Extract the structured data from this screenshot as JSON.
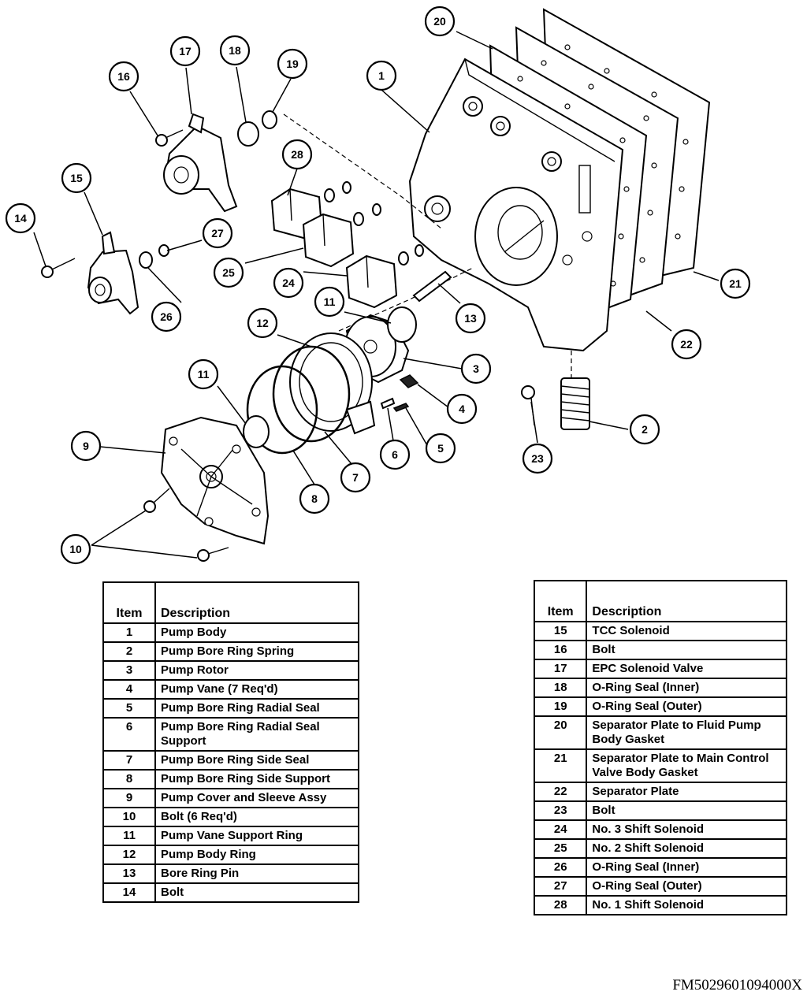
{
  "callouts": [
    "1",
    "2",
    "3",
    "4",
    "5",
    "6",
    "7",
    "8",
    "9",
    "10",
    "11",
    "11",
    "12",
    "13",
    "14",
    "15",
    "16",
    "17",
    "18",
    "19",
    "20",
    "21",
    "22",
    "23",
    "24",
    "25",
    "26",
    "27",
    "28"
  ],
  "table_left": {
    "header": {
      "item": "Item",
      "description": "Description"
    },
    "rows": [
      {
        "item": "1",
        "description": "Pump Body"
      },
      {
        "item": "2",
        "description": "Pump Bore Ring Spring"
      },
      {
        "item": "3",
        "description": "Pump Rotor"
      },
      {
        "item": "4",
        "description": "Pump Vane (7 Req'd)"
      },
      {
        "item": "5",
        "description": "Pump Bore Ring Radial Seal"
      },
      {
        "item": "6",
        "description": "Pump Bore Ring Radial Seal Support"
      },
      {
        "item": "7",
        "description": "Pump Bore Ring Side Seal"
      },
      {
        "item": "8",
        "description": "Pump Bore Ring Side Support"
      },
      {
        "item": "9",
        "description": "Pump Cover and Sleeve Assy"
      },
      {
        "item": "10",
        "description": "Bolt (6 Req'd)"
      },
      {
        "item": "11",
        "description": "Pump Vane Support Ring"
      },
      {
        "item": "12",
        "description": "Pump Body Ring"
      },
      {
        "item": "13",
        "description": "Bore Ring Pin"
      },
      {
        "item": "14",
        "description": "Bolt"
      }
    ]
  },
  "table_right": {
    "header": {
      "item": "Item",
      "description": "Description"
    },
    "rows": [
      {
        "item": "15",
        "description": "TCC Solenoid"
      },
      {
        "item": "16",
        "description": "Bolt"
      },
      {
        "item": "17",
        "description": "EPC Solenoid Valve"
      },
      {
        "item": "18",
        "description": "O-Ring Seal (Inner)"
      },
      {
        "item": "19",
        "description": "O-Ring Seal (Outer)"
      },
      {
        "item": "20",
        "description": "Separator Plate to Fluid Pump Body Gasket"
      },
      {
        "item": "21",
        "description": "Separator Plate to Main Control Valve Body Gasket"
      },
      {
        "item": "22",
        "description": "Separator Plate"
      },
      {
        "item": "23",
        "description": "Bolt"
      },
      {
        "item": "24",
        "description": "No. 3 Shift Solenoid"
      },
      {
        "item": "25",
        "description": "No. 2 Shift Solenoid"
      },
      {
        "item": "26",
        "description": "O-Ring Seal (Inner)"
      },
      {
        "item": "27",
        "description": "O-Ring Seal (Outer)"
      },
      {
        "item": "28",
        "description": "No. 1 Shift Solenoid"
      }
    ]
  },
  "figure_code": "FM5029601094000X"
}
